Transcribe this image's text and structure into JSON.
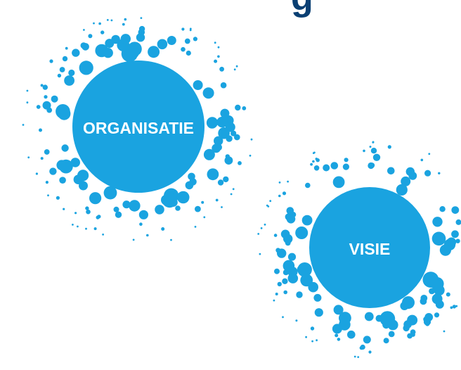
{
  "heading": {
    "visible_fragment": "g"
  },
  "nodes": [
    {
      "id": "organisatie",
      "label": "ORGANISATIE"
    },
    {
      "id": "visie",
      "label": "VISIE"
    }
  ],
  "colors": {
    "dot": "#1aa3e0",
    "heading": "#0a3f73",
    "label": "#ffffff",
    "background": "#ffffff"
  }
}
